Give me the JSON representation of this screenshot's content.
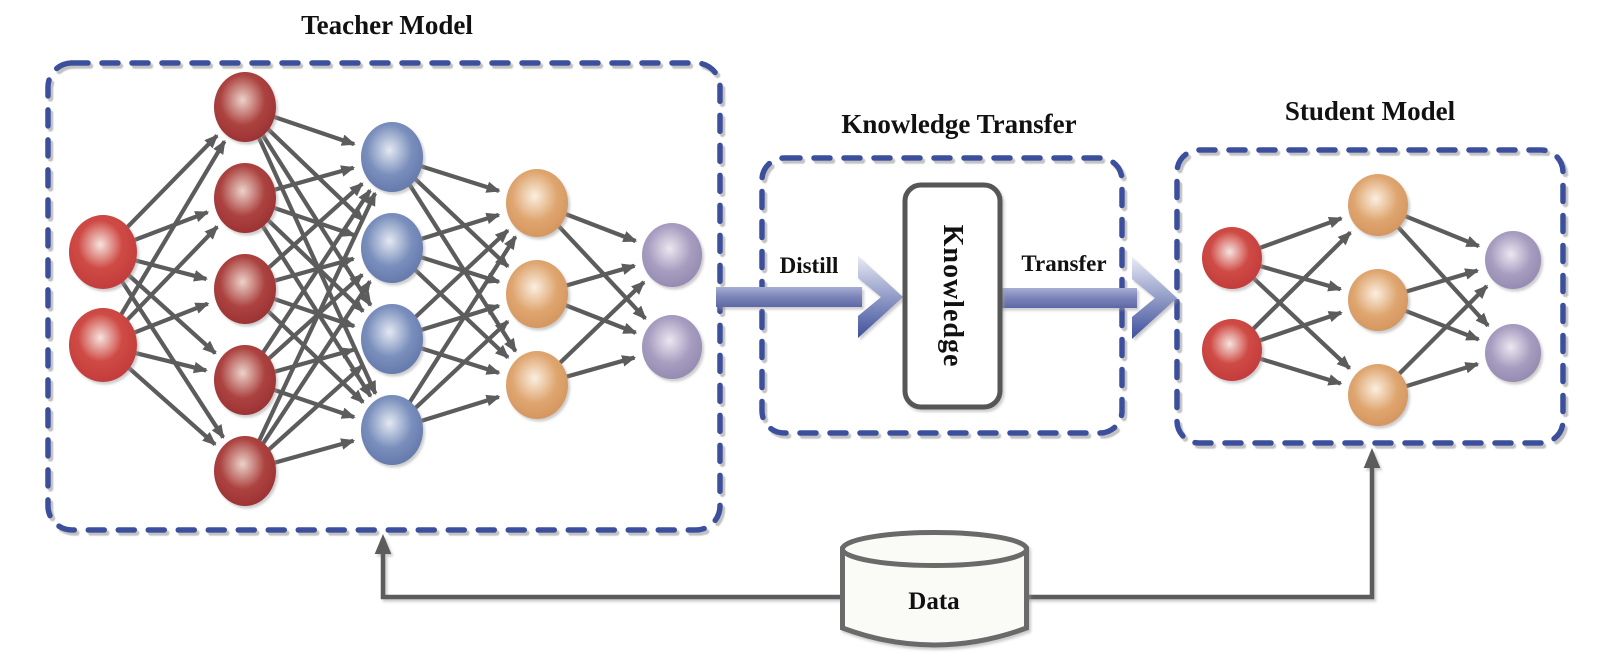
{
  "titles": {
    "teacher": "Teacher Model",
    "transfer": "Knowledge Transfer",
    "student": "Student Model"
  },
  "labels": {
    "distill": "Distill",
    "knowledge": "Knowledge",
    "transfer": "Transfer",
    "data": "Data"
  },
  "colors": {
    "box_dash_blue": "#3A4F9C",
    "edge_gray": "#5C5C5C",
    "node_red": "#C4403F",
    "node_dark_red": "#9E2F31",
    "node_blue": "#6379AF",
    "node_orange": "#D99B64",
    "node_purple": "#988EB2",
    "arrow_blue_light": "#E9EBF4",
    "arrow_blue_dark": "#3F509D",
    "cylinder_stroke": "#6A6A6A",
    "text": "#111111"
  },
  "networks": {
    "teacher": {
      "layers": [
        {
          "name": "input",
          "color_key": "red",
          "count": 2
        },
        {
          "name": "hidden-1",
          "color_key": "dark_red",
          "count": 5
        },
        {
          "name": "hidden-2",
          "color_key": "blue",
          "count": 4
        },
        {
          "name": "hidden-3",
          "color_key": "orange",
          "count": 3
        },
        {
          "name": "output",
          "color_key": "purple",
          "count": 2
        }
      ]
    },
    "student": {
      "layers": [
        {
          "name": "input",
          "color_key": "red",
          "count": 2
        },
        {
          "name": "hidden",
          "color_key": "orange",
          "count": 3
        },
        {
          "name": "output",
          "color_key": "purple",
          "count": 2
        }
      ]
    }
  }
}
